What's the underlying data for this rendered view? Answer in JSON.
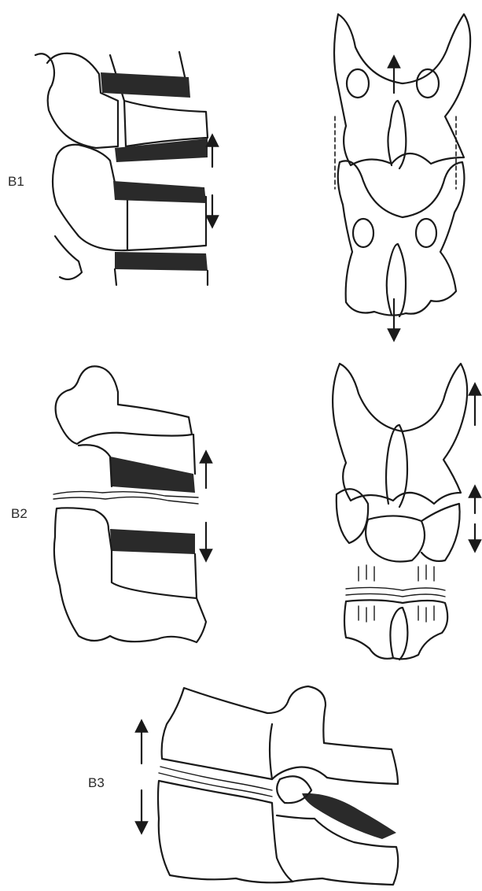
{
  "labels": {
    "b1": "B1",
    "b2": "B2",
    "b3": "B3"
  },
  "colors": {
    "ink": "#1a1a1a",
    "background": "#ffffff"
  }
}
